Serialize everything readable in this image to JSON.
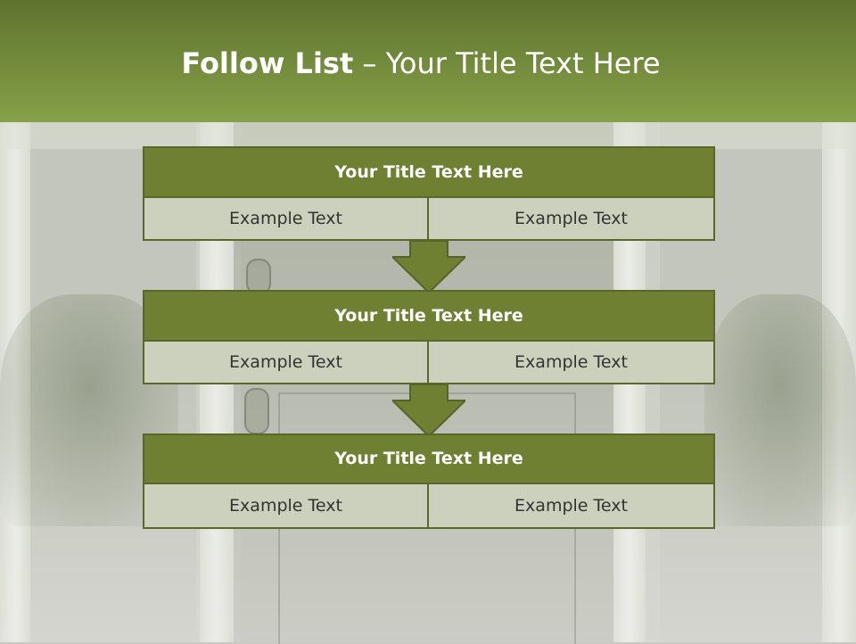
{
  "header": {
    "title_bold": "Follow List",
    "title_rest": " – Your Title Text Here"
  },
  "blocks": [
    {
      "title": "Your Title Text Here",
      "left_text": "Example Text",
      "right_text": "Example Text"
    },
    {
      "title": "Your Title Text Here",
      "left_text": "Example Text",
      "right_text": "Example Text"
    },
    {
      "title": "Your Title Text Here",
      "left_text": "Example Text",
      "right_text": "Example Text"
    }
  ],
  "colors": {
    "banner": "#728a3b",
    "block_header": "#6f8033",
    "block_cell": "#cbd1bd",
    "arrow": "#6f8033"
  }
}
